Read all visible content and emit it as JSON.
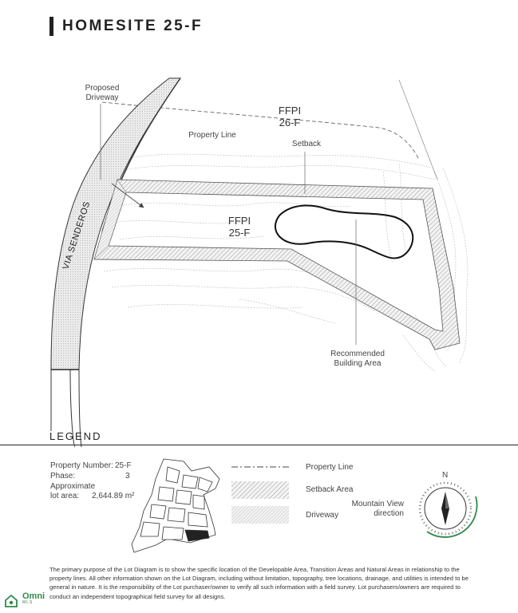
{
  "header": {
    "title": "HOMESITE 25-F"
  },
  "map_labels": {
    "proposed_driveway": [
      "Proposed",
      "Driveway"
    ],
    "property_line": "Property Line",
    "setback": "Setback",
    "ffpi_north": [
      "FFPI",
      "26-F"
    ],
    "ffpi_lot": [
      "FFPI",
      "25-F"
    ],
    "road": "VIA SENDEROS",
    "recommended_building_area": [
      "Recommended",
      "Building Area"
    ]
  },
  "legend": {
    "title": "LEGEND",
    "property_number_label": "Property Number:",
    "property_number": "25-F",
    "phase_label": "Phase:",
    "phase": "3",
    "area_label_1": "Approximate",
    "area_label_2": "lot area:",
    "area": "2,644.89 m²",
    "items": [
      "Property Line",
      "Setback Area",
      "Driveway"
    ],
    "mountain_view": [
      "Mountain View",
      "direction"
    ],
    "north": "N"
  },
  "disclaimer": "The primary purpose of the Lot Diagram is to show the specific location of the Developable Area, Transition Areas and Natural Areas in relationship to the property lines. All other information shown on the Lot Diagram, including without limitation, topography, tree locations, drainage, and utilities is intended to be general in nature. It is the responsibility of the Lot purchaser/owner to verify all such information with a field survey. Lot purchasers/owners are required to conduct an independent topographical field survey for all designs.",
  "logo": {
    "name": "Omni",
    "sub": "MLS"
  },
  "colors": {
    "accent": "#2f8a4a",
    "line": "#222222",
    "hatch": "#999999"
  }
}
